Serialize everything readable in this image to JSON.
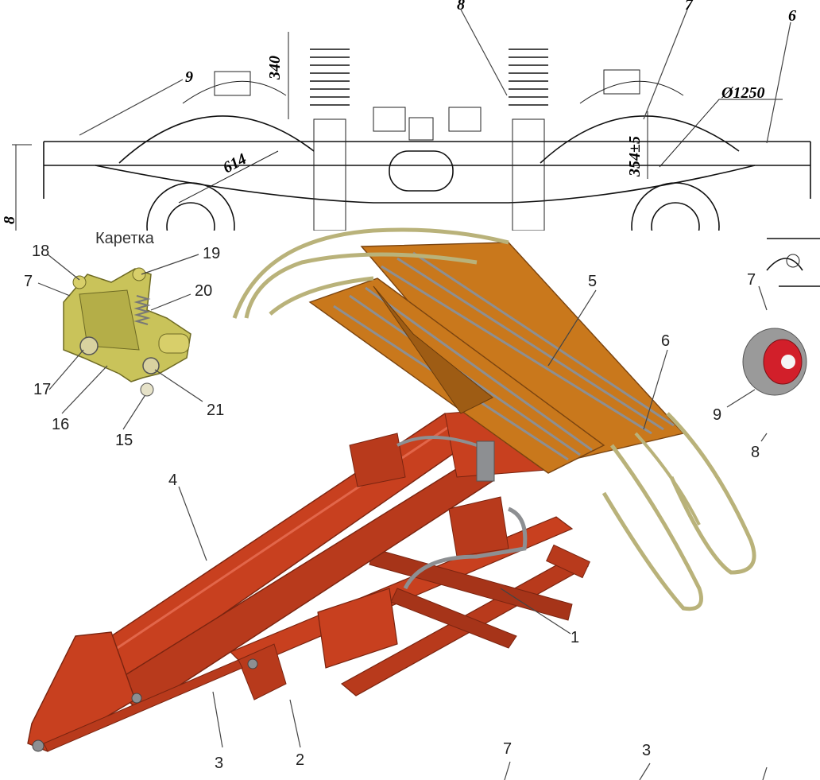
{
  "drawing": {
    "callouts": [
      "8",
      "7",
      "6",
      "9"
    ],
    "dimensions": [
      "340",
      "614",
      "Ø1250",
      "354±5",
      "8"
    ]
  },
  "inset": {
    "title": "Каретка",
    "callouts": [
      "18",
      "19",
      "7",
      "20",
      "17",
      "16",
      "15",
      "21"
    ]
  },
  "assembly": {
    "callouts": [
      "5",
      "6",
      "4",
      "1",
      "2",
      "3"
    ]
  },
  "edge_fragment": {
    "callouts": [
      "7",
      "9",
      "8"
    ]
  },
  "bottom_fragment": {
    "callouts": [
      "7",
      "3"
    ]
  },
  "colors": {
    "frame_red": "#c8401f",
    "frame_dark": "#8a2a12",
    "platform_orange": "#c9781c",
    "rail_khaki": "#b9b27a",
    "carriage_olive": "#c9c35a",
    "steel_grey": "#8d8f92"
  }
}
